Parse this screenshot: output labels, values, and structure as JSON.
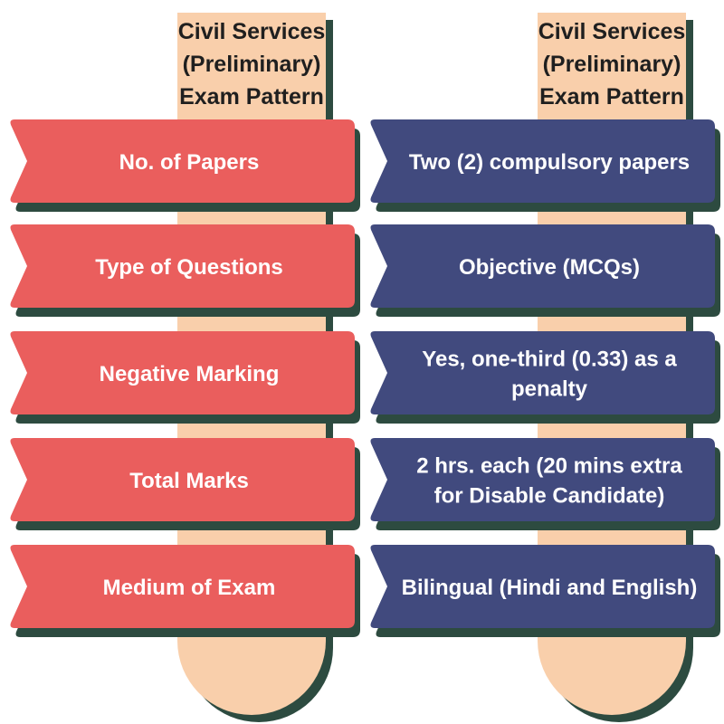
{
  "colors": {
    "stick": "#f9cfab",
    "stick_shadow": "#2d4b40",
    "left_ribbon": "#ea5e5d",
    "right_ribbon": "#414a7e",
    "ribbon_shadow": "#2d4b40",
    "ribbon_text": "#ffffff",
    "header_text": "#1f1f1f"
  },
  "left_header": [
    "Civil Services",
    "(Preliminary)",
    "Exam Pattern"
  ],
  "right_header": [
    "Civil Services",
    "(Preliminary)",
    "Exam Pattern"
  ],
  "rows": [
    {
      "label": [
        "No. of Papers"
      ],
      "value": [
        "Two (2) compulsory papers"
      ]
    },
    {
      "label": [
        "Type of Questions"
      ],
      "value": [
        "Objective (MCQs)"
      ]
    },
    {
      "label": [
        "Negative Marking"
      ],
      "value": [
        "Yes, one-third (0.33) as a",
        "penalty"
      ]
    },
    {
      "label": [
        "Total Marks"
      ],
      "value": [
        "2 hrs. each (20 mins extra",
        "for Disable Candidate)"
      ]
    },
    {
      "label": [
        "Medium of Exam"
      ],
      "value": [
        "Bilingual (Hindi and English)"
      ]
    }
  ]
}
